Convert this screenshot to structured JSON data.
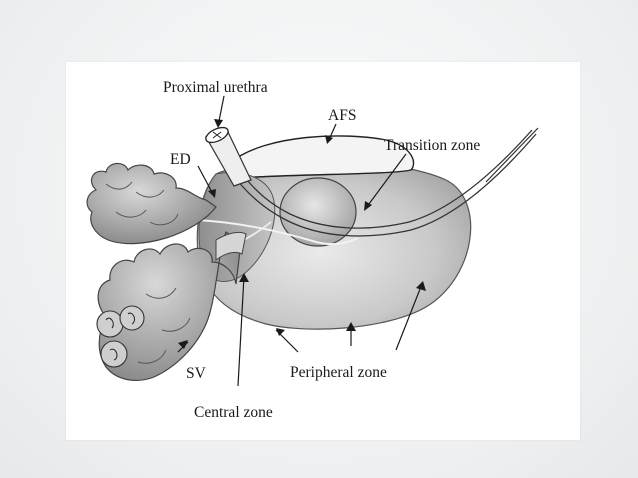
{
  "labels": {
    "proximal_urethra": "Proximal urethra",
    "afs": "AFS",
    "transition_zone": "Transition zone",
    "ed": "ED",
    "sv": "SV",
    "peripheral_zone": "Peripheral zone",
    "central_zone": "Central zone"
  }
}
